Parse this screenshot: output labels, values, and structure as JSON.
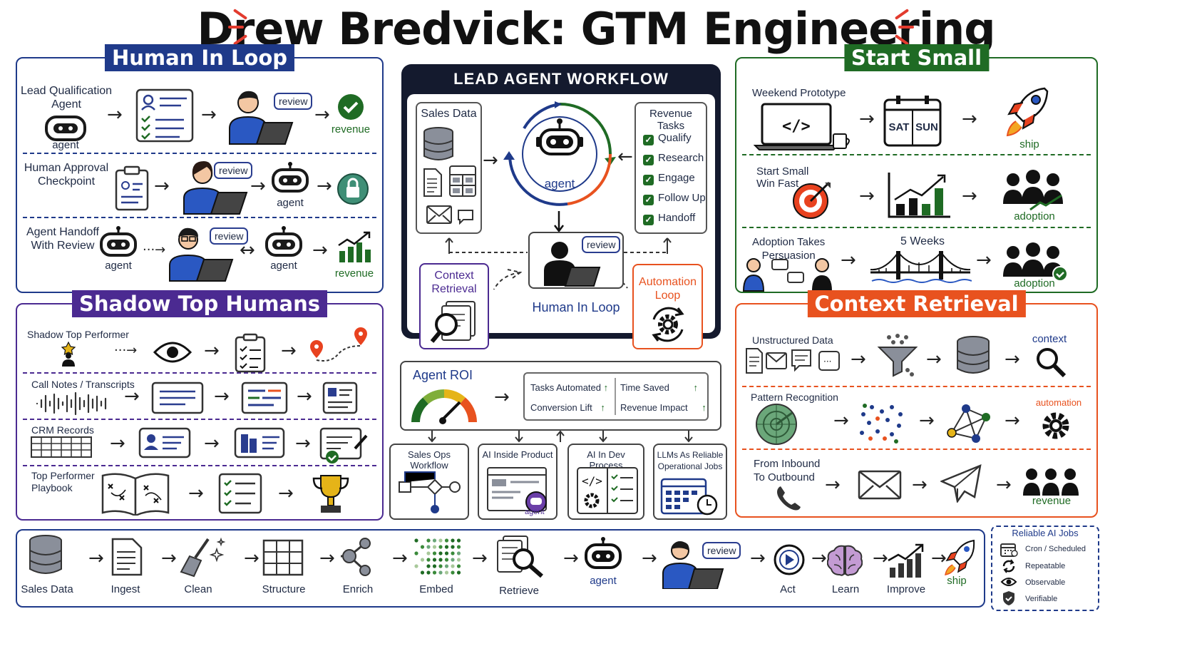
{
  "title": "Drew Bredvick: GTM Engineering",
  "colors": {
    "navy": "#1f3a8a",
    "purple": "#4b2a91",
    "green": "#1f6b24",
    "orange": "#e8521f",
    "dark": "#141a2e"
  },
  "human_in_loop": {
    "title": "Human In Loop",
    "rows": [
      {
        "label": "Lead Qualification\nAgent",
        "agent": "agent",
        "review": "review",
        "result": "revenue"
      },
      {
        "label": "Human Approval\nCheckpoint",
        "review": "review",
        "agent": "agent"
      },
      {
        "label": "Agent Handoff\nWith Review",
        "agent1": "agent",
        "review": "review",
        "agent2": "agent",
        "result": "revenue"
      }
    ]
  },
  "shadow_top_humans": {
    "title": "Shadow Top Humans",
    "rows": [
      "Shadow Top Performer",
      "Call Notes / Transcripts",
      "CRM Records",
      "Top Performer\nPlaybook"
    ]
  },
  "lead_agent_workflow": {
    "title": "LEAD AGENT WORKFLOW",
    "sales_data": "Sales Data",
    "agent": "agent",
    "revenue_tasks": "Revenue Tasks",
    "tasks": [
      "Qualify",
      "Research",
      "Engage",
      "Follow Up",
      "Handoff"
    ],
    "context": "Context\nRetrieval",
    "human": "Human In Loop",
    "review": "review",
    "automation": "Automation\nLoop"
  },
  "agent_roi": {
    "title": "Agent ROI",
    "metrics": [
      "Tasks Automated",
      "Time Saved",
      "Conversion Lift",
      "Revenue Impact"
    ]
  },
  "pillars": [
    "Sales Ops Workflow",
    "AI Inside Product",
    "AI In Dev Process",
    "LLMs As Reliable\nOperational Jobs"
  ],
  "pillar_agent": "agent",
  "start_small": {
    "title": "Start Small",
    "rows": [
      {
        "label": "Weekend Prototype",
        "sat": "SAT",
        "sun": "SUN",
        "result": "ship"
      },
      {
        "label": "Start Small\nWin Fast",
        "result": "adoption"
      },
      {
        "label": "Adoption Takes\nPersuasion",
        "weeks": "5 Weeks",
        "result": "adoption"
      }
    ]
  },
  "context_retrieval": {
    "title": "Context Retrieval",
    "rows": [
      {
        "label": "Unstructured Data",
        "result": "context"
      },
      {
        "label": "Pattern Recognition",
        "result": "automation"
      },
      {
        "label": "From Inbound\nTo Outbound",
        "result": "revenue"
      }
    ]
  },
  "pipeline": {
    "steps": [
      "Sales Data",
      "Ingest",
      "Clean",
      "Structure",
      "Enrich",
      "Embed",
      "Retrieve",
      "agent",
      "review",
      "Act",
      "Learn",
      "Improve",
      "ship"
    ]
  },
  "reliable_jobs": {
    "title": "Reliable AI Jobs",
    "items": [
      "Cron / Scheduled",
      "Repeatable",
      "Observable",
      "Verifiable"
    ]
  }
}
